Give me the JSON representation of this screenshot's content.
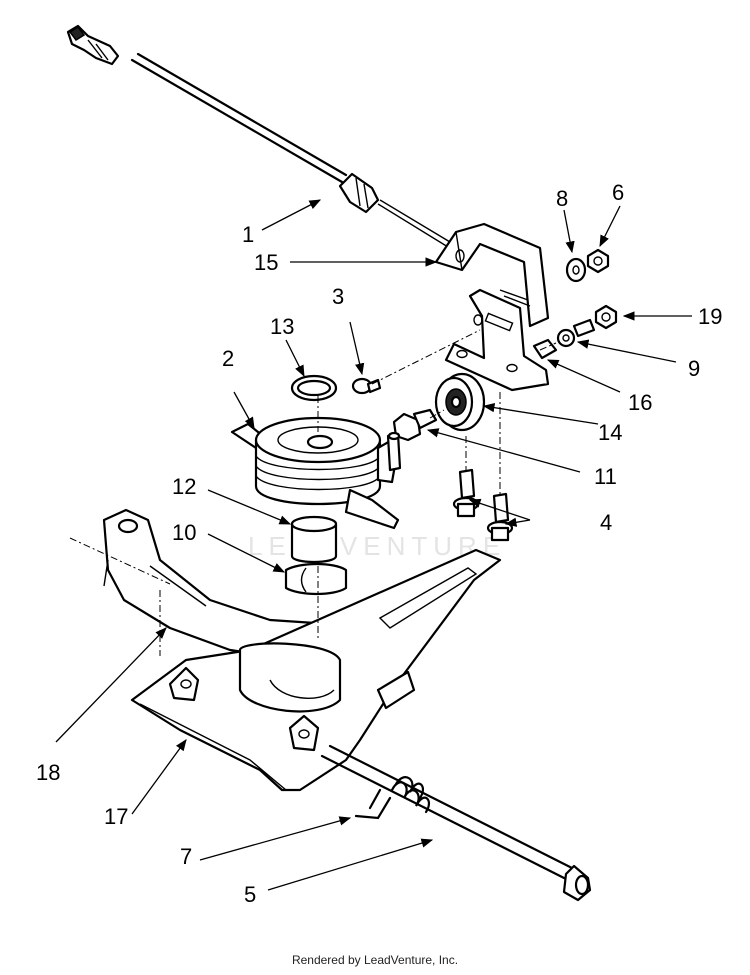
{
  "watermark": "LEADVENTURE",
  "footer": "Rendered by LeadVenture, Inc.",
  "callouts": {
    "c1": "1",
    "c2": "2",
    "c3": "3",
    "c4": "4",
    "c5": "5",
    "c6": "6",
    "c7": "7",
    "c8": "8",
    "c9": "9",
    "c10": "10",
    "c11": "11",
    "c12": "12",
    "c13": "13",
    "c14": "14",
    "c15": "15",
    "c16": "16",
    "c17": "17",
    "c18": "18",
    "c19": "19"
  }
}
